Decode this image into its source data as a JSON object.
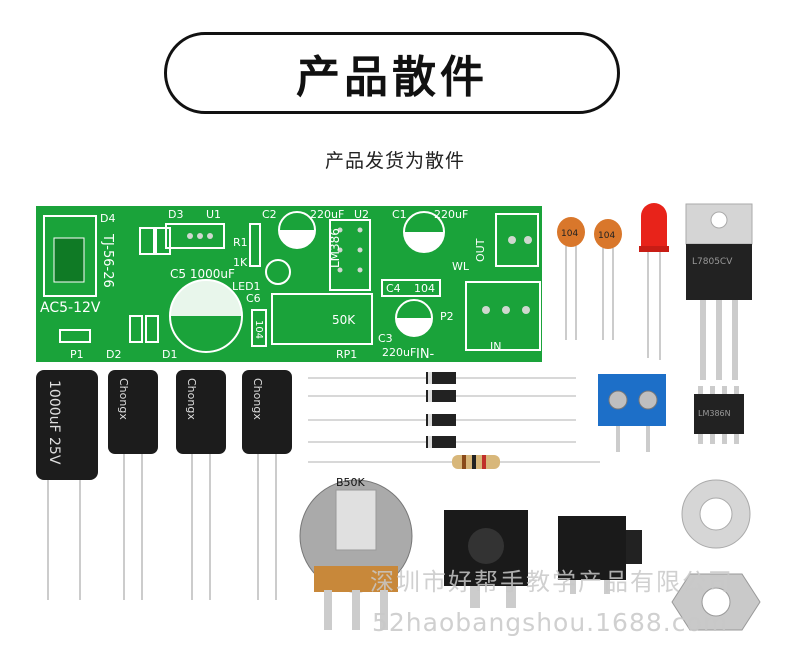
{
  "header": {
    "title": "产品散件",
    "subtitle": "产品发货为散件"
  },
  "pcb": {
    "labels": {
      "d4": "D4",
      "d3": "D3",
      "u1": "U1",
      "c2": "C2",
      "c2_val": "220uF",
      "u2": "U2",
      "c1": "C1",
      "c1_val": "220uF",
      "model": "TJ-56-26",
      "r1": "R1",
      "r1_val": "1K",
      "lm386": "LM386",
      "out": "OUT",
      "c5": "C5 1000uF",
      "led1": "LED1",
      "wl": "WL",
      "c4": "C4",
      "c4_val": "104",
      "ac": "AC5-12V",
      "c6": "C6",
      "c6_val": "104",
      "pot": "50K",
      "p2": "P2",
      "c3": "C3",
      "c3_val": "220uF",
      "in_minus": "IN-",
      "in": "IN",
      "p1": "P1",
      "d2": "D2",
      "d1": "D1",
      "rp1": "RP1"
    }
  },
  "components": {
    "cap_ceramic_label": "104",
    "regulator_label": "L7805CV",
    "ic_label": "LM386N",
    "cap_big_text": "1000uF 25V",
    "cap_brand": "Chongx",
    "pot_label": "B50K"
  },
  "watermark": {
    "line1": "深圳市好帮手教学产品有限公司",
    "line2": "52haobangshou.1688.com"
  },
  "colors": {
    "pcb_green": "#1aa33a",
    "silkscreen": "#ffffff",
    "led_red": "#e8231a",
    "ceramic_orange": "#d9772b",
    "terminal_blue": "#1d6fc8",
    "cap_black": "#1c1c1c",
    "pot_base": "#c8883a"
  }
}
